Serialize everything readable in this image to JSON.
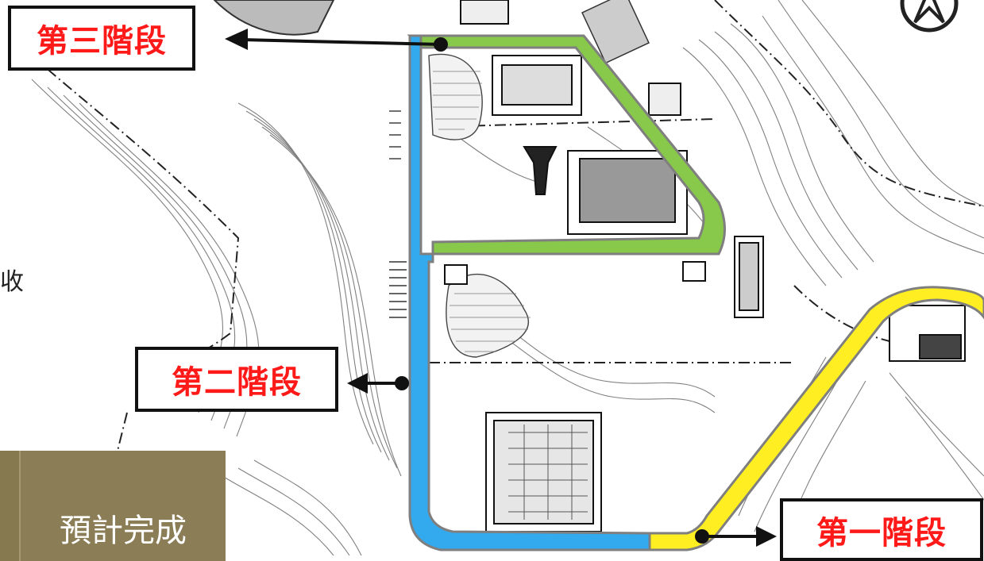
{
  "stages": {
    "stage1": {
      "label": "第一階段",
      "color": "#ffee22"
    },
    "stage2": {
      "label": "第二階段",
      "color": "#33aaee"
    },
    "stage3": {
      "label": "第三階段",
      "color": "#88c84a"
    }
  },
  "status": {
    "text": "預計完成"
  },
  "side_text": "收",
  "colors": {
    "label_text": "#ff1a1a",
    "status_panel": "#8b7e57",
    "route_outline": "#7f7f7f"
  },
  "icons": {
    "compass": "north-arrow-icon",
    "connector": "arrow-left-icon"
  }
}
